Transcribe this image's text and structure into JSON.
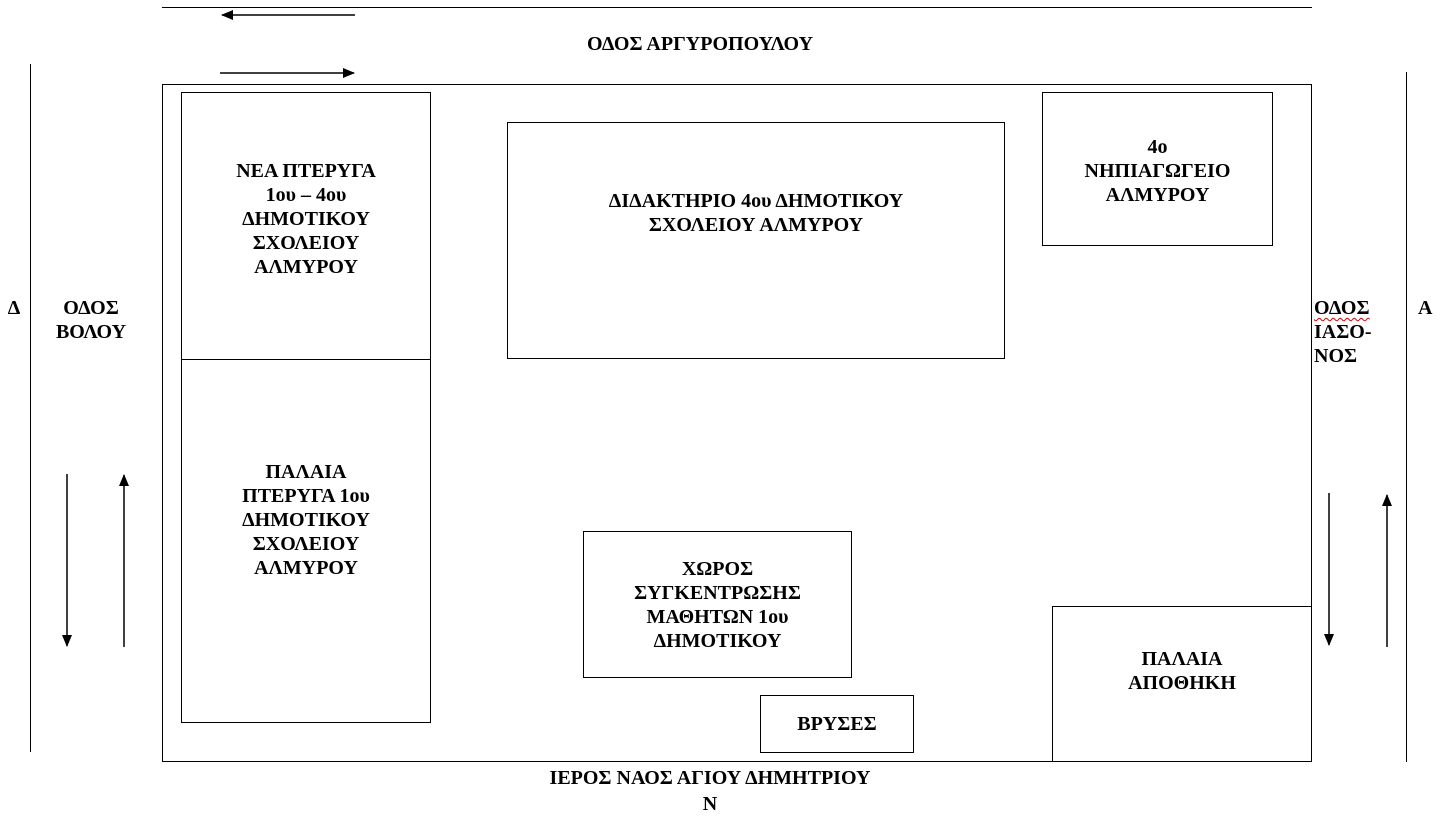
{
  "streets": {
    "north": "ΟΔΟΣ ΑΡΓΥΡΟΠΟΥΛΟΥ",
    "west": "ΟΔΟΣ\nΒΟΛΟΥ",
    "east_line1": "ΟΔΟΣ",
    "east_rest": "ΙΑΣΟ-\nΝΟΣ",
    "south": "ΙΕΡΟΣ ΝΑΟΣ ΑΓΙΟΥ ΔΗΜΗΤΡΙΟΥ"
  },
  "compass": {
    "west": "Δ",
    "east": "Α",
    "south": "Ν"
  },
  "buildings": {
    "new_wing": "ΝΕΑ ΠΤΕΡΥΓΑ\n1ου – 4ου\nΔΗΜΟΤΙΚΟΥ\nΣΧΟΛΕΙΟΥ\nΑΛΜΥΡΟΥ",
    "old_wing": "ΠΑΛΑΙΑ\nΠΤΕΡΥΓΑ 1ου\nΔΗΜΟΤΙΚΟΥ\nΣΧΟΛΕΙΟΥ\nΑΛΜΥΡΟΥ",
    "main_building": "ΔΙΔΑΚΤΗΡΙΟ 4ου ΔΗΜΟΤΙΚΟΥ\nΣΧΟΛΕΙΟΥ ΑΛΜΥΡΟΥ",
    "kindergarten": "4ο\nΝΗΠΙΑΓΩΓΕΙΟ\nΑΛΜΥΡΟΥ",
    "assembly_area": "ΧΩΡΟΣ\nΣΥΓΚΕΝΤΡΩΣΗΣ\nΜΑΘΗΤΩΝ 1ου\nΔΗΜΟΤΙΚΟΥ",
    "fountains": "ΒΡΥΣΕΣ",
    "old_storage": "ΠΑΛΑΙΑ\nΑΠΟΘΗΚΗ"
  }
}
